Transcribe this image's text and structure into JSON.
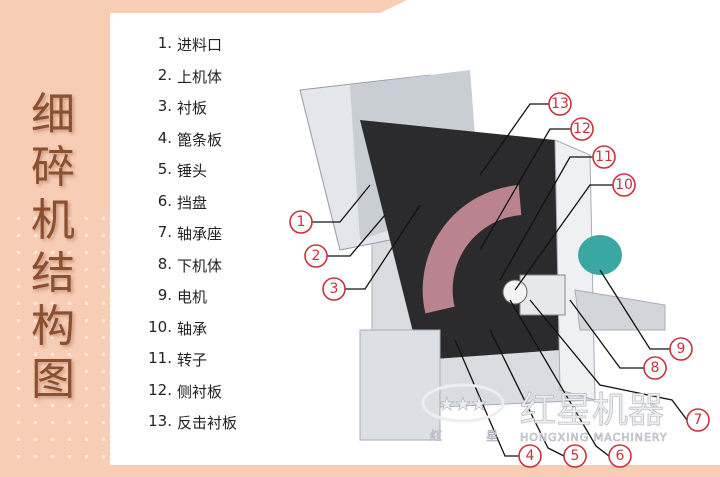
{
  "title": "细碎机结构图",
  "parts": [
    {
      "num": "1.",
      "label": "进料口"
    },
    {
      "num": "2.",
      "label": "上机体"
    },
    {
      "num": "3.",
      "label": "衬板"
    },
    {
      "num": "4.",
      "label": "篦条板"
    },
    {
      "num": "5.",
      "label": "锤头"
    },
    {
      "num": "6.",
      "label": "挡盘"
    },
    {
      "num": "7.",
      "label": "轴承座"
    },
    {
      "num": "8.",
      "label": "下机体"
    },
    {
      "num": "9.",
      "label": "电机"
    },
    {
      "num": "10.",
      "label": "轴承"
    },
    {
      "num": "11.",
      "label": "转子"
    },
    {
      "num": "12.",
      "label": "侧衬板"
    },
    {
      "num": "13.",
      "label": "反击衬板"
    }
  ],
  "callouts": [
    "1",
    "2",
    "3",
    "4",
    "5",
    "6",
    "7",
    "8",
    "9",
    "10",
    "11",
    "12",
    "13"
  ],
  "watermark": {
    "brand": "红星机器",
    "sub": "HONGXING MACHINERY",
    "emblem_left": "红",
    "emblem_right": "星"
  },
  "colors": {
    "background": "#f7cdb6",
    "title": "#8a5030",
    "callout": "#c8323a",
    "motor": "#3aa7a3"
  }
}
